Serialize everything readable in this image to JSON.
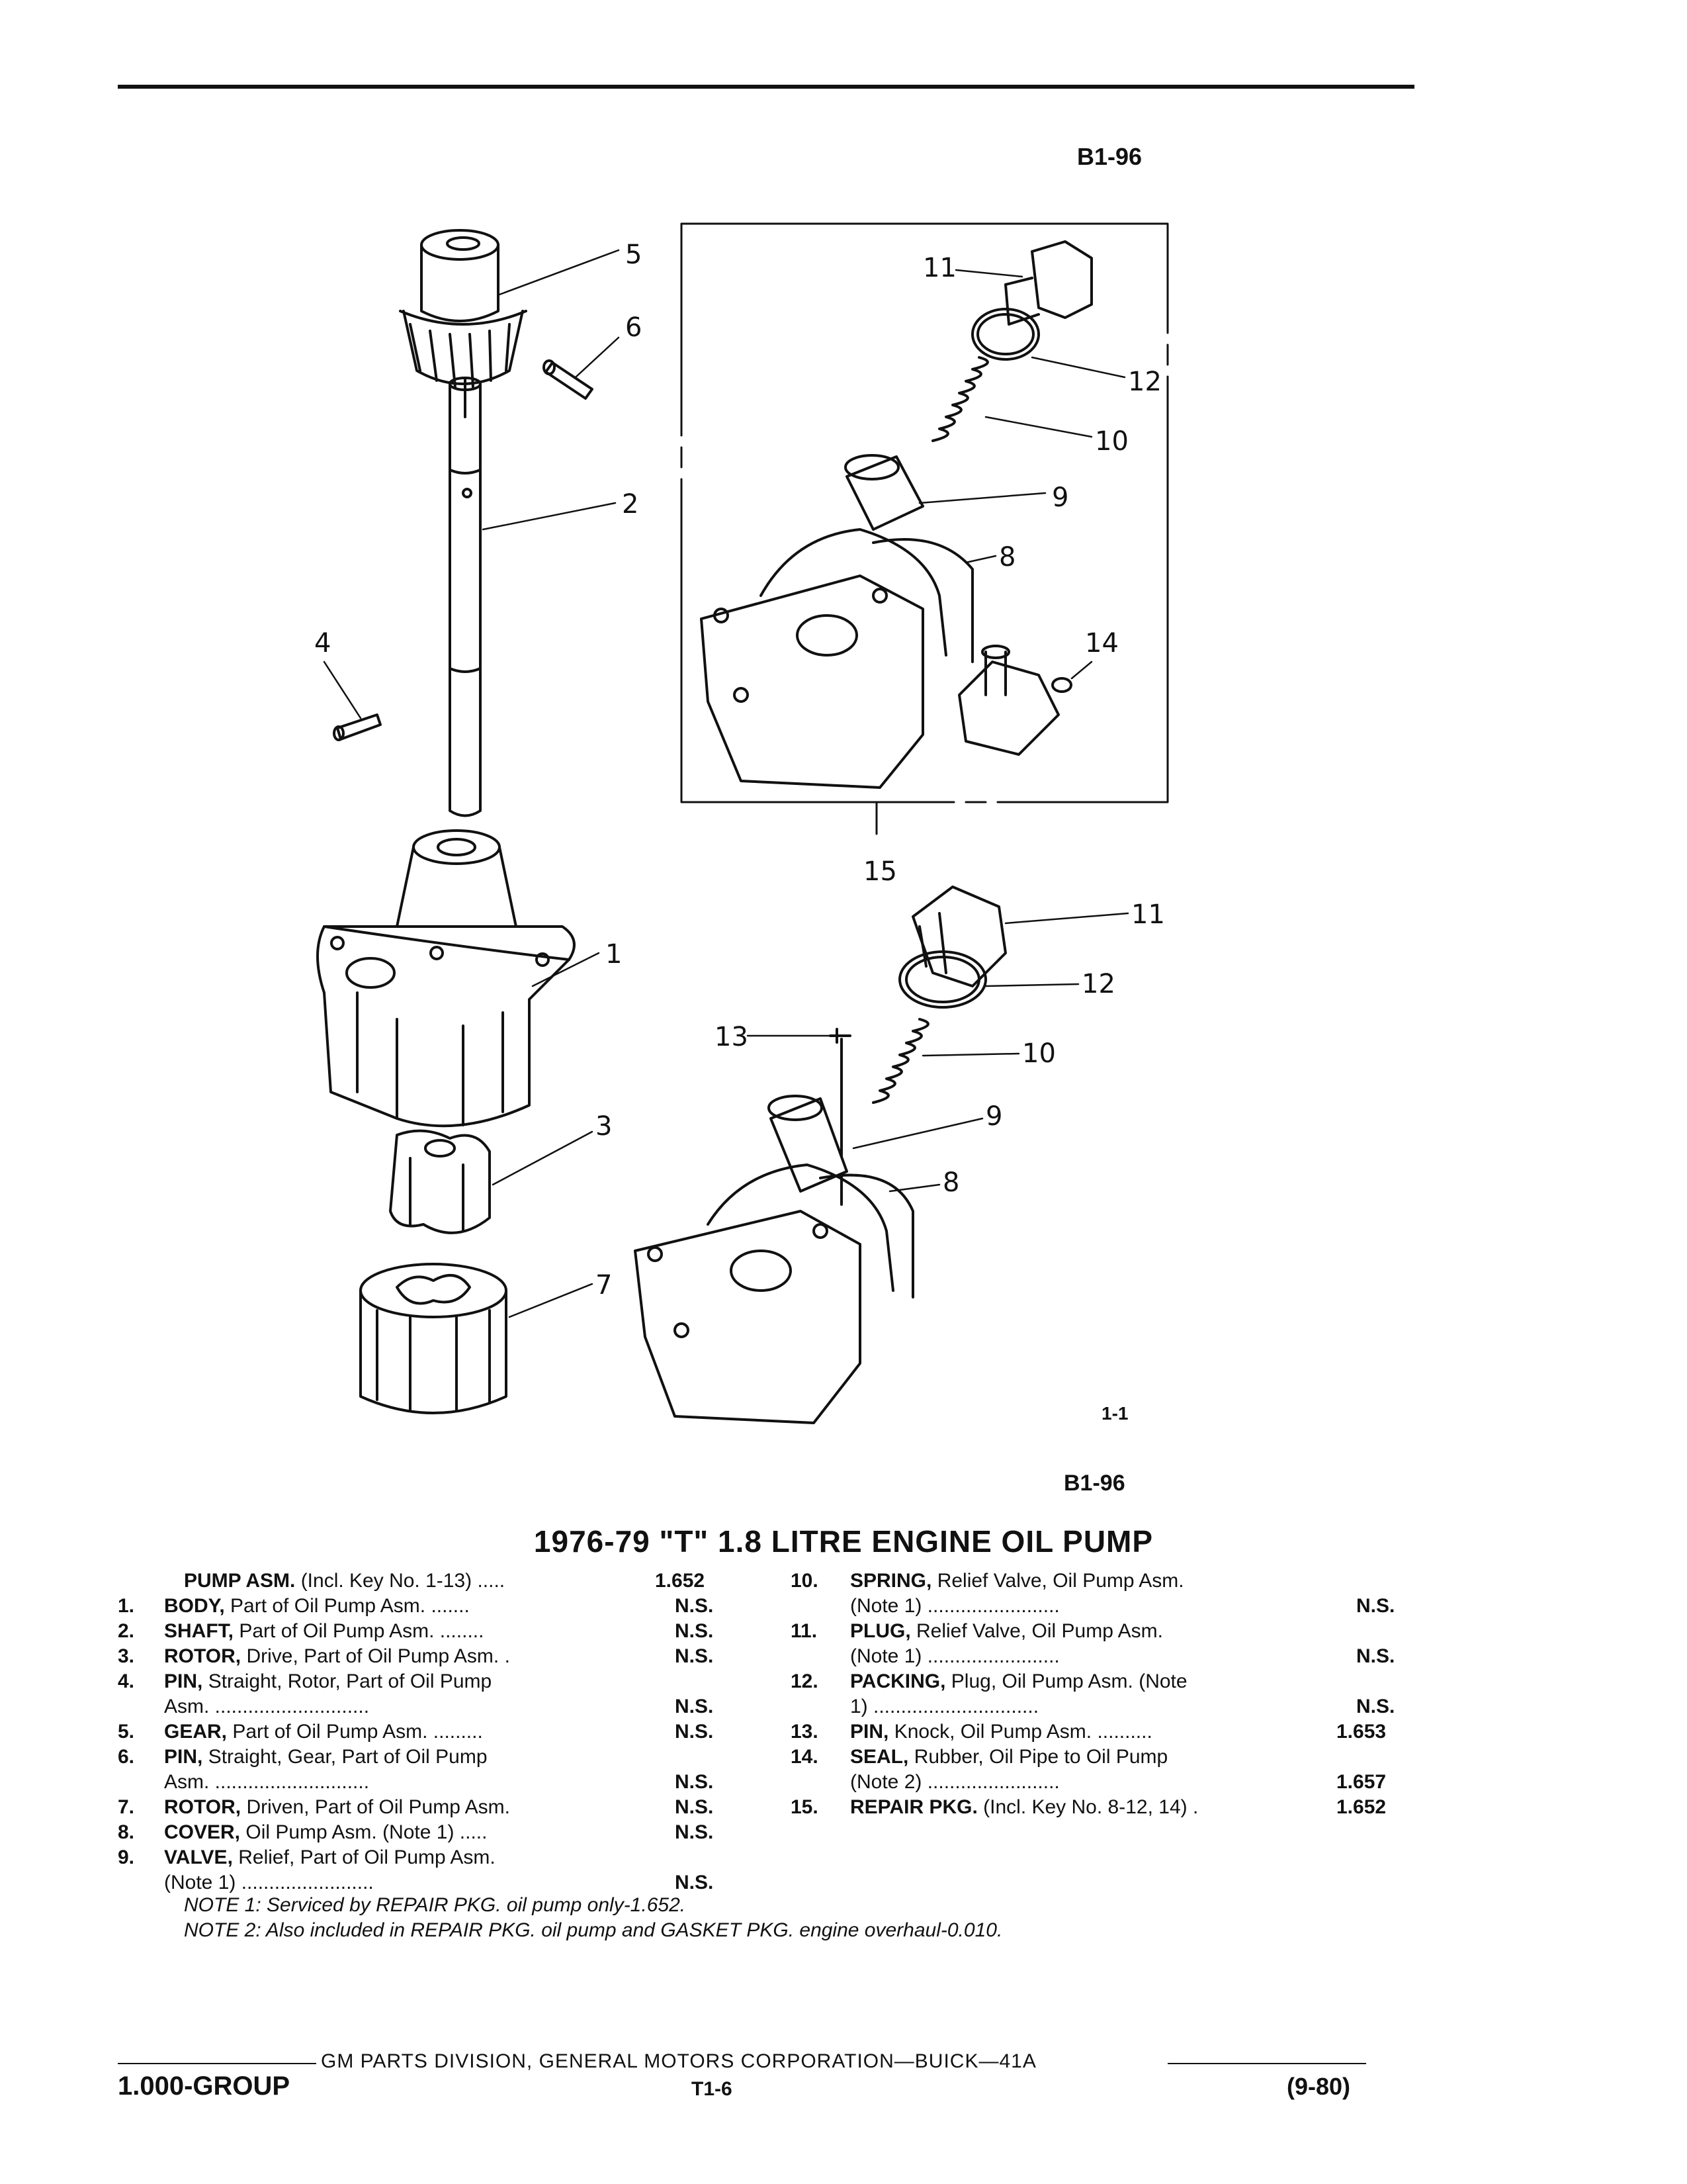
{
  "header": {
    "fig_code_top": "B1-96",
    "fig_code_bottom": "B1-96",
    "view_code": "1-1"
  },
  "callouts": [
    "5",
    "6",
    "2",
    "4",
    "1",
    "3",
    "7",
    "11",
    "12",
    "10",
    "9",
    "8",
    "14",
    "15",
    "11",
    "12",
    "13",
    "10",
    "9",
    "8"
  ],
  "title": "1976-79 \"T\" 1.8 LITRE ENGINE OIL PUMP",
  "parts_left": [
    {
      "num": "",
      "name": "PUMP ASM.",
      "desc": " (Incl. Key No. 1-13) .....",
      "desc2": "",
      "value": "1.652"
    },
    {
      "num": "1.",
      "name": "BODY,",
      "desc": " Part of Oil Pump Asm. .......",
      "desc2": "",
      "value": "N.S."
    },
    {
      "num": "2.",
      "name": "SHAFT,",
      "desc": " Part of Oil Pump Asm. ........",
      "desc2": "",
      "value": "N.S."
    },
    {
      "num": "3.",
      "name": "ROTOR,",
      "desc": " Drive, Part of Oil Pump Asm. .",
      "desc2": "",
      "value": "N.S."
    },
    {
      "num": "4.",
      "name": "PIN,",
      "desc": " Straight, Rotor, Part of Oil Pump",
      "desc2": "Asm. ............................",
      "value": "N.S."
    },
    {
      "num": "5.",
      "name": "GEAR,",
      "desc": " Part of Oil Pump Asm. .........",
      "desc2": "",
      "value": "N.S."
    },
    {
      "num": "6.",
      "name": "PIN,",
      "desc": " Straight, Gear, Part of Oil Pump",
      "desc2": "Asm. ............................",
      "value": "N.S."
    },
    {
      "num": "7.",
      "name": "ROTOR,",
      "desc": " Driven, Part of Oil Pump Asm.",
      "desc2": "",
      "value": "N.S."
    },
    {
      "num": "8.",
      "name": "COVER,",
      "desc": " Oil Pump Asm. (Note 1) .....",
      "desc2": "",
      "value": "N.S."
    },
    {
      "num": "9.",
      "name": "VALVE,",
      "desc": " Relief, Part of Oil Pump Asm.",
      "desc2": "(Note 1) ........................",
      "value": "N.S."
    }
  ],
  "parts_right": [
    {
      "num": "10.",
      "name": "SPRING,",
      "desc": " Relief Valve, Oil Pump Asm.",
      "desc2": "(Note 1) ........................",
      "value": "N.S."
    },
    {
      "num": "11.",
      "name": "PLUG,",
      "desc": " Relief Valve, Oil Pump Asm.",
      "desc2": "(Note 1) ........................",
      "value": "N.S."
    },
    {
      "num": "12.",
      "name": "PACKING,",
      "desc": " Plug, Oil Pump Asm. (Note",
      "desc2": "1) ..............................",
      "value": "N.S."
    },
    {
      "num": "13.",
      "name": "PIN,",
      "desc": " Knock, Oil Pump Asm. ..........",
      "desc2": "",
      "value": "1.653"
    },
    {
      "num": "14.",
      "name": "SEAL,",
      "desc": " Rubber, Oil Pipe to Oil Pump",
      "desc2": "(Note 2) ........................",
      "value": "1.657"
    },
    {
      "num": "15.",
      "name": "REPAIR PKG.",
      "desc": " (Incl. Key No. 8-12, 14) .",
      "desc2": "",
      "value": "1.652"
    }
  ],
  "notes": [
    "NOTE 1: Serviced by REPAIR PKG. oil pump only-1.652.",
    "NOTE 2: Also included in REPAIR PKG. oil pump and GASKET PKG. engine overhaul-0.010."
  ],
  "footer": {
    "publisher": "GM PARTS DIVISION, GENERAL MOTORS CORPORATION—BUICK—41A",
    "group": "1.000-GROUP",
    "page": "T1-6",
    "date": "(9-80)"
  }
}
